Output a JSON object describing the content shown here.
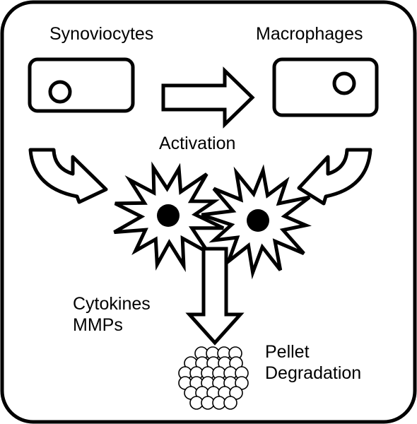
{
  "labels": {
    "synoviocytes": "Synoviocytes",
    "macrophages": "Macrophages",
    "activation": "Activation",
    "cytokines_line1": "Cytokines",
    "cytokines_line2": "MMPs",
    "pellet_line1": "Pellet",
    "pellet_line2": "Degradation"
  },
  "colors": {
    "stroke": "#000000",
    "fill": "#ffffff",
    "nucleus": "#000000"
  }
}
